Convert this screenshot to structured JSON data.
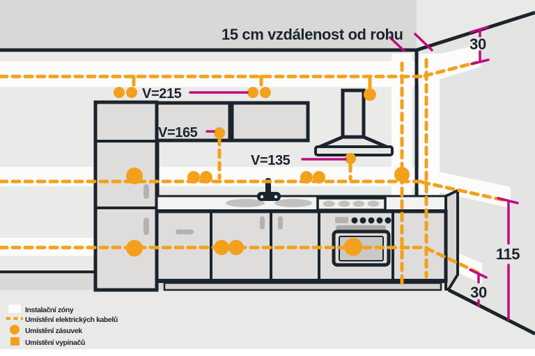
{
  "header": {
    "title": "15 cm vzdálenost od rohu"
  },
  "height_labels": {
    "v215": "V=215",
    "v165": "V=165",
    "v135": "V=135"
  },
  "dimensions": {
    "ceiling_offset": "30",
    "corner_height": "115",
    "floor_offset": "30"
  },
  "legend": {
    "items": [
      {
        "swatch": "zone",
        "label": "Instalační zóny"
      },
      {
        "swatch": "cable",
        "label": "Umístění elektrických kabelů"
      },
      {
        "swatch": "socket",
        "label": "Umístění zásuvek"
      },
      {
        "swatch": "switch",
        "label": "Umístění vypínačů"
      }
    ]
  },
  "colors": {
    "dark": "#1b242c",
    "orange": "#f3a11c",
    "magenta": "#c00b7f",
    "wall": "#eaeae9",
    "wallRight": "#e4e4e3",
    "outside": "#d8d8d7",
    "floor": "#e9e9e8",
    "zone": "#fcfcfb",
    "cabinet": "#dedddc",
    "cabinetLight": "#e7e6e5",
    "counter": "#f3f3f2",
    "detail": "#b3b2b1",
    "kick": "#d4d3d2",
    "window": "#c9c8c7",
    "side": "#d8d7d6"
  }
}
